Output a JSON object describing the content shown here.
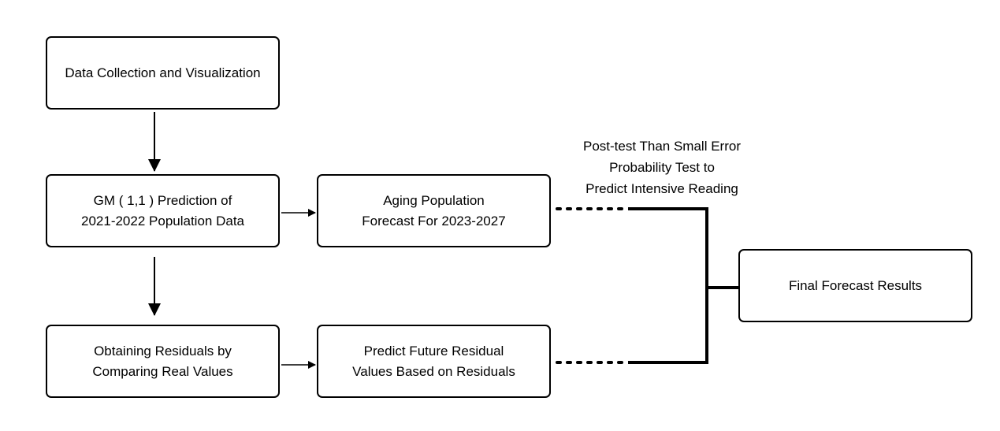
{
  "boxes": {
    "data_collection": "Data Collection and Visualization",
    "gm_prediction": [
      "GM ( 1,1 ) Prediction of",
      "2021-2022 Population Data"
    ],
    "residuals": [
      "Obtaining Residuals by",
      "Comparing Real Values"
    ],
    "aging_forecast": [
      "Aging Population",
      "Forecast For 2023-2027"
    ],
    "predict_residual": [
      "Predict Future Residual",
      "Values Based on Residuals"
    ],
    "final": "Final Forecast Results"
  },
  "annotation": [
    "Post-test Than Small Error",
    "Probability Test to",
    "Predict Intensive Reading"
  ],
  "colors": {
    "stroke": "#000000",
    "background": "#ffffff"
  }
}
